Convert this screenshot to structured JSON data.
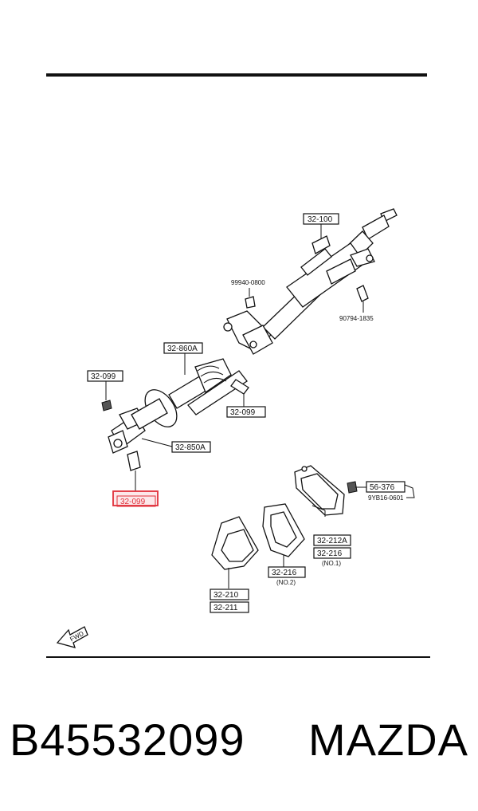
{
  "diagram": {
    "labels": {
      "l32_100": "32-100",
      "l99940": "99940-0800",
      "l90794": "90794-1835",
      "l32_860A": "32-860A",
      "l32_099_a": "32-099",
      "l32_099_b": "32-099",
      "l32_850A": "32-850A",
      "l32_099_c": "32-099",
      "l56_376": "56-376",
      "l9YB16": "9YB16-0601",
      "l32_212A": "32-212A",
      "l32_216_1": "32-216",
      "no1": "(NO.1)",
      "l32_216_2": "32-216",
      "no2": "(NO.2)",
      "l32_210": "32-210",
      "l32_211": "32-211",
      "fwd": "FWD"
    },
    "highlight_color": "#e0303a"
  },
  "caption": {
    "part_number": "B45532099",
    "brand": "MAZDA"
  }
}
